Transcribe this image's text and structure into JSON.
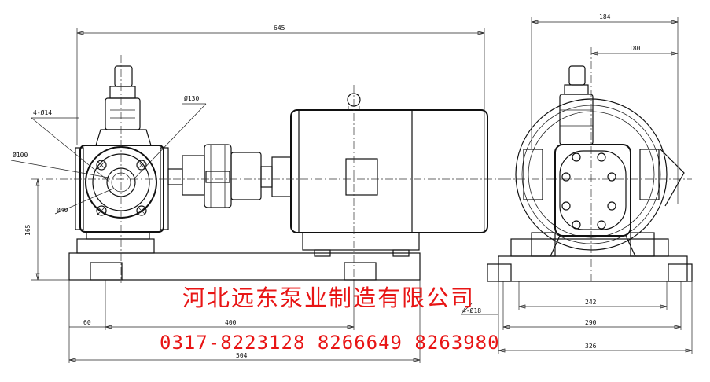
{
  "company_name": "河北远东泵业制造有限公司",
  "phones": "0317-8223128  8266649  8263980",
  "dimensions": {
    "overall_length": "645",
    "flange_bolts": "4-Ø14",
    "bolt_circle": "Ø130",
    "flange_od": "Ø100",
    "bore": "Ø40",
    "center_height": "165",
    "base_offset": "60",
    "base_bolt_spacing": "400",
    "base_length": "504",
    "side_width_top": "184",
    "side_width_inner": "180",
    "foot_holes": "4-Ø18",
    "side_bolt_spacing": "242",
    "side_base_width": "290",
    "side_overall_width": "326"
  }
}
